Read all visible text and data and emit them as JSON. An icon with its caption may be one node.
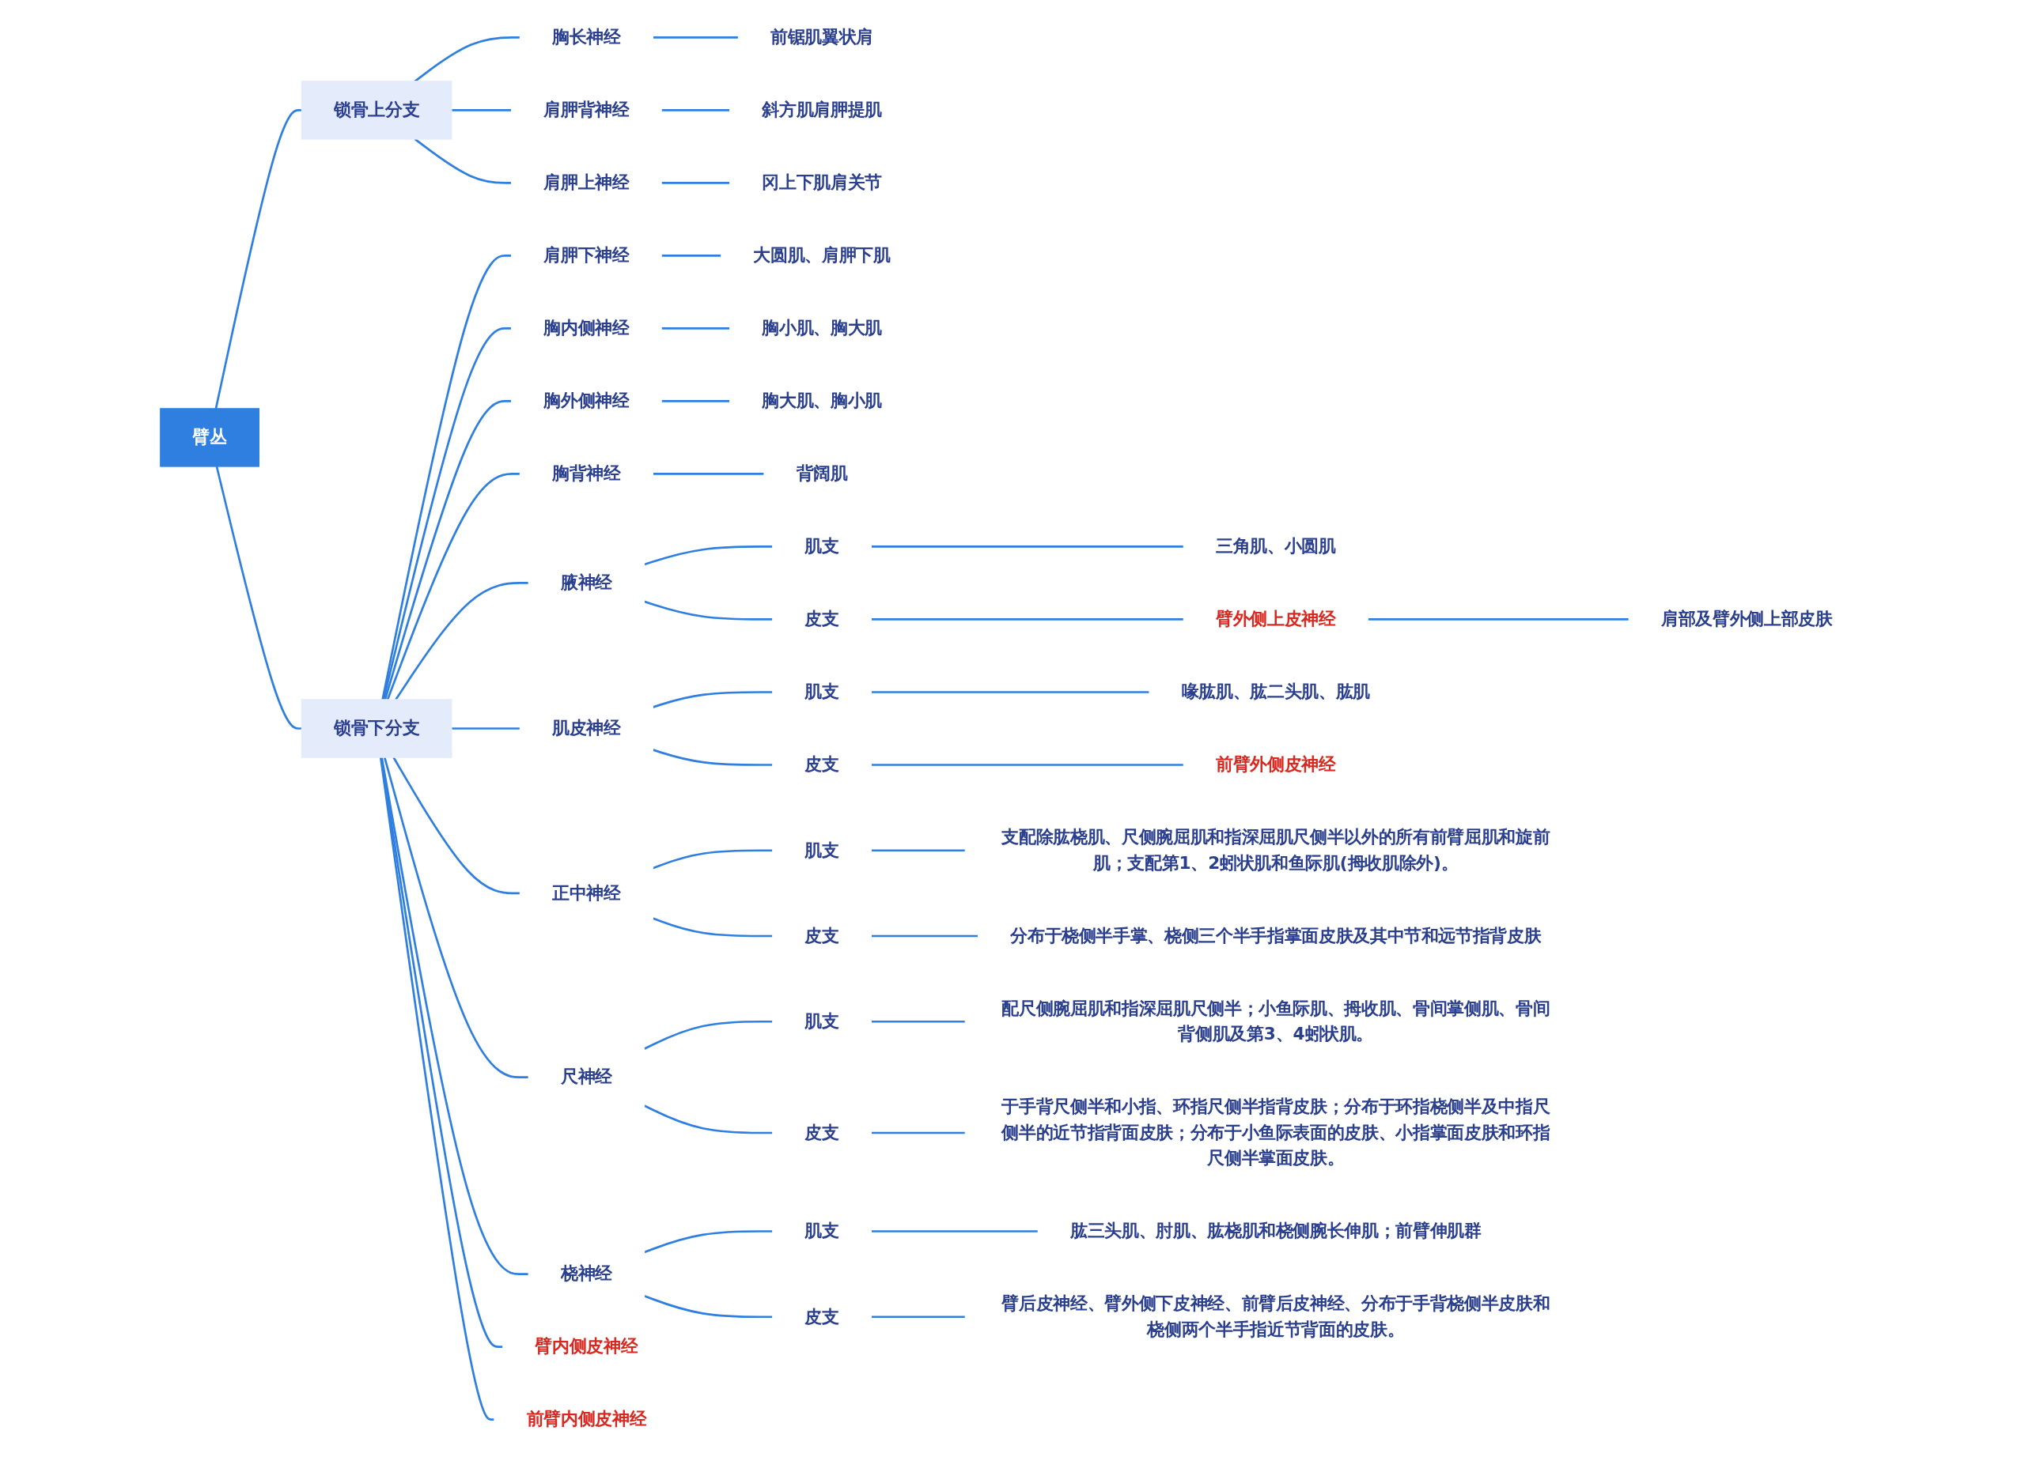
{
  "diagram": {
    "nodes": [
      {
        "text": [
          "前锯肌翼状肩"
        ]
      },
      {
        "text": [
          "胸长神经"
        ]
      },
      {
        "text": [
          "斜方肌肩胛提肌"
        ]
      },
      {
        "text": [
          "肩胛背神经"
        ]
      },
      {
        "text": [
          "冈上下肌肩关节"
        ]
      },
      {
        "text": [
          "肩胛上神经"
        ]
      },
      {
        "text": [
          "锁骨上分支"
        ]
      },
      {
        "text": [
          "臂丛"
        ]
      },
      {
        "text": [
          "锁骨下分支"
        ]
      },
      {
        "text": [
          "肩胛下神经"
        ]
      },
      {
        "text": [
          "大圆肌、肩胛下肌"
        ]
      },
      {
        "text": [
          "胸内侧神经"
        ]
      },
      {
        "text": [
          "胸小肌、胸大肌"
        ]
      },
      {
        "text": [
          "胸外侧神经"
        ]
      },
      {
        "text": [
          "胸大肌、胸小肌"
        ]
      },
      {
        "text": [
          "胸背神经"
        ]
      },
      {
        "text": [
          "背阔肌"
        ]
      },
      {
        "text": [
          "腋神经"
        ]
      },
      {
        "text": [
          "肌支"
        ]
      },
      {
        "text": [
          "三角肌、小圆肌"
        ]
      },
      {
        "text": [
          "皮支"
        ]
      },
      {
        "text": [
          "臂外侧上皮神经"
        ]
      },
      {
        "text": [
          "肩部及臂外侧上部皮肤"
        ]
      },
      {
        "text": [
          "肌皮神经"
        ]
      },
      {
        "text": [
          "肌支"
        ]
      },
      {
        "text": [
          "喙肱肌、肱二头肌、肱肌"
        ]
      },
      {
        "text": [
          "皮支"
        ]
      },
      {
        "text": [
          "前臂外侧皮神经"
        ]
      },
      {
        "text": [
          "正中神经"
        ]
      },
      {
        "text": [
          "肌支"
        ]
      },
      {
        "text": [
          "支配除肱桡肌、尺侧腕屈肌和指深屈肌尺侧半以外的所有前臂屈肌和旋前肌；支配第1、2蚓状肌和鱼际肌(拇收肌除外)。"
        ]
      },
      {
        "text": [
          "皮支"
        ]
      },
      {
        "text": [
          "分布于桡侧半手掌、桡侧三个半手指掌面皮肤及其中节和远节指背皮肤"
        ]
      },
      {
        "text": [
          "尺神经"
        ]
      },
      {
        "text": [
          "肌支"
        ]
      },
      {
        "text": [
          "配尺侧腕屈肌和指深屈肌尺侧半；小鱼际肌、拇收肌、骨间掌侧肌、骨间背侧肌及第3、4蚓状肌。"
        ]
      },
      {
        "text": [
          "皮支"
        ]
      },
      {
        "text": [
          "于手背尺侧半和小指、环指尺侧半指背皮肤；分布于环指桡侧半及中指尺侧半的近节指背面皮肤；分布于小鱼际表面的皮肤、小指掌面皮肤和环指尺侧半掌面皮肤。"
        ]
      },
      {
        "text": [
          "桡神经"
        ]
      },
      {
        "text": [
          "肌支"
        ]
      },
      {
        "text": [
          "肱三头肌、肘肌、肱桡肌和桡侧腕长伸肌；前臂伸肌群"
        ]
      },
      {
        "text": [
          "皮支"
        ]
      },
      {
        "text": [
          "臂后皮神经、臂外侧下皮神经、前臂后皮神经、分布于手背桡侧半皮肤和桡侧两个半手指近节背面的皮肤。"
        ]
      },
      {
        "text": [
          "臂内侧皮神经"
        ]
      },
      {
        "text": [
          "前臂内侧皮神经"
        ]
      }
    ],
    "edges": [
      {
        "from": 7,
        "to": 6,
        "arrow": "none"
      },
      {
        "from": 6,
        "to": 1,
        "arrow": "none"
      },
      {
        "from": 1,
        "to": 0,
        "arrow": "none"
      },
      {
        "from": 6,
        "to": 3,
        "arrow": "none"
      },
      {
        "from": 3,
        "to": 2,
        "arrow": "none"
      },
      {
        "from": 6,
        "to": 5,
        "arrow": "none"
      },
      {
        "from": 5,
        "to": 4,
        "arrow": "none"
      },
      {
        "from": 7,
        "to": 8,
        "arrow": "none"
      },
      {
        "from": 8,
        "to": 9,
        "arrow": "none"
      },
      {
        "from": 9,
        "to": 10,
        "arrow": "none"
      },
      {
        "from": 8,
        "to": 11,
        "arrow": "none"
      },
      {
        "from": 11,
        "to": 12,
        "arrow": "none"
      },
      {
        "from": 8,
        "to": 13,
        "arrow": "none"
      },
      {
        "from": 13,
        "to": 14,
        "arrow": "none"
      },
      {
        "from": 8,
        "to": 15,
        "arrow": "none"
      },
      {
        "from": 15,
        "to": 16,
        "arrow": "none"
      },
      {
        "from": 8,
        "to": 17,
        "arrow": "none"
      },
      {
        "from": 17,
        "to": 18,
        "arrow": "none"
      },
      {
        "from": 18,
        "to": 19,
        "arrow": "none"
      },
      {
        "from": 17,
        "to": 20,
        "arrow": "none"
      },
      {
        "from": 20,
        "to": 21,
        "arrow": "none"
      },
      {
        "from": 21,
        "to": 22,
        "arrow": "none"
      },
      {
        "from": 8,
        "to": 23,
        "arrow": "none"
      },
      {
        "from": 23,
        "to": 24,
        "arrow": "none"
      },
      {
        "from": 24,
        "to": 25,
        "arrow": "none"
      },
      {
        "from": 23,
        "to": 26,
        "arrow": "none"
      },
      {
        "from": 26,
        "to": 27,
        "arrow": "none"
      },
      {
        "from": 8,
        "to": 28,
        "arrow": "none"
      },
      {
        "from": 28,
        "to": 29,
        "arrow": "none"
      },
      {
        "from": 29,
        "to": 30,
        "arrow": "none"
      },
      {
        "from": 28,
        "to": 31,
        "arrow": "none"
      },
      {
        "from": 31,
        "to": 32,
        "arrow": "none"
      },
      {
        "from": 8,
        "to": 33,
        "arrow": "none"
      },
      {
        "from": 33,
        "to": 34,
        "arrow": "none"
      },
      {
        "from": 34,
        "to": 35,
        "arrow": "none"
      },
      {
        "from": 33,
        "to": 36,
        "arrow": "none"
      },
      {
        "from": 36,
        "to": 37,
        "arrow": "none"
      },
      {
        "from": 8,
        "to": 38,
        "arrow": "none"
      },
      {
        "from": 38,
        "to": 39,
        "arrow": "none"
      },
      {
        "from": 39,
        "to": 40,
        "arrow": "none"
      },
      {
        "from": 38,
        "to": 41,
        "arrow": "none"
      },
      {
        "from": 41,
        "to": 42,
        "arrow": "none"
      },
      {
        "from": 8,
        "to": 43,
        "arrow": "none"
      },
      {
        "from": 8,
        "to": 44,
        "arrow": "none"
      }
    ]
  }
}
